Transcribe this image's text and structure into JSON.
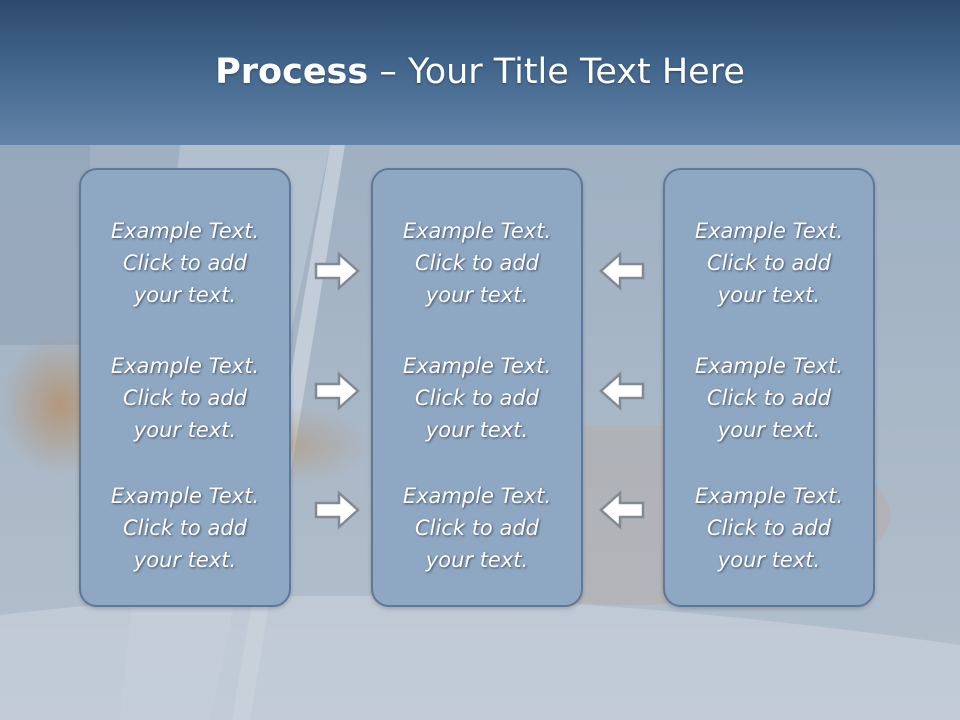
{
  "title": {
    "bold": "Process",
    "rest": " – Your Title Text Here"
  },
  "columns": [
    {
      "items": [
        {
          "l1": "Example Text.",
          "l2": "Click  to add",
          "l3": "your text."
        },
        {
          "l1": "Example Text.",
          "l2": "Click  to add",
          "l3": "your text."
        },
        {
          "l1": "Example Text.",
          "l2": "Click  to add",
          "l3": "your text."
        }
      ]
    },
    {
      "items": [
        {
          "l1": "Example Text.",
          "l2": "Click  to add",
          "l3": "your text."
        },
        {
          "l1": "Example Text.",
          "l2": "Click  to add",
          "l3": "your text."
        },
        {
          "l1": "Example Text.",
          "l2": "Click  to add",
          "l3": "your text."
        }
      ]
    },
    {
      "items": [
        {
          "l1": "Example Text.",
          "l2": "Click  to add",
          "l3": "your text."
        },
        {
          "l1": "Example Text.",
          "l2": "Click  to add",
          "l3": "your text."
        },
        {
          "l1": "Example Text.",
          "l2": "Click  to add",
          "l3": "your text."
        }
      ]
    }
  ],
  "arrows": {
    "left_group": "right-arrow-icon",
    "right_group": "left-arrow-icon"
  },
  "colors": {
    "header": "#3e6289",
    "box_fill": "#8ea7c3",
    "box_border": "#5f7896",
    "arrow_fill": "#ffffff",
    "arrow_stroke": "#7f8a94"
  }
}
